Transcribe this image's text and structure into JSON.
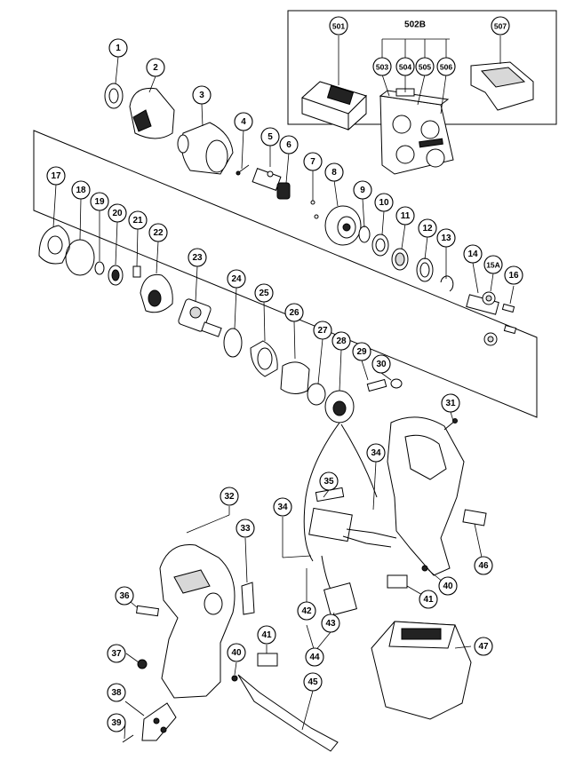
{
  "kit_group_label": "502B",
  "callouts": [
    {
      "id": "c501",
      "label": "501"
    },
    {
      "id": "c502b",
      "label": "502B"
    },
    {
      "id": "c503",
      "label": "503"
    },
    {
      "id": "c504",
      "label": "504"
    },
    {
      "id": "c505",
      "label": "505"
    },
    {
      "id": "c506",
      "label": "506"
    },
    {
      "id": "c507",
      "label": "507"
    },
    {
      "id": "c1",
      "label": "1"
    },
    {
      "id": "c2",
      "label": "2"
    },
    {
      "id": "c3",
      "label": "3"
    },
    {
      "id": "c4",
      "label": "4"
    },
    {
      "id": "c5",
      "label": "5"
    },
    {
      "id": "c6",
      "label": "6"
    },
    {
      "id": "c7",
      "label": "7"
    },
    {
      "id": "c8",
      "label": "8"
    },
    {
      "id": "c9",
      "label": "9"
    },
    {
      "id": "c10",
      "label": "10"
    },
    {
      "id": "c11",
      "label": "11"
    },
    {
      "id": "c12",
      "label": "12"
    },
    {
      "id": "c13",
      "label": "13"
    },
    {
      "id": "c14",
      "label": "14"
    },
    {
      "id": "c15a",
      "label": "15A"
    },
    {
      "id": "c16",
      "label": "16"
    },
    {
      "id": "c17",
      "label": "17"
    },
    {
      "id": "c18",
      "label": "18"
    },
    {
      "id": "c19",
      "label": "19"
    },
    {
      "id": "c20",
      "label": "20"
    },
    {
      "id": "c21",
      "label": "21"
    },
    {
      "id": "c22",
      "label": "22"
    },
    {
      "id": "c23",
      "label": "23"
    },
    {
      "id": "c24",
      "label": "24"
    },
    {
      "id": "c25",
      "label": "25"
    },
    {
      "id": "c26",
      "label": "26"
    },
    {
      "id": "c27",
      "label": "27"
    },
    {
      "id": "c28",
      "label": "28"
    },
    {
      "id": "c29",
      "label": "29"
    },
    {
      "id": "c30",
      "label": "30"
    },
    {
      "id": "c31",
      "label": "31"
    },
    {
      "id": "c32",
      "label": "32"
    },
    {
      "id": "c33",
      "label": "33"
    },
    {
      "id": "c34a",
      "label": "34"
    },
    {
      "id": "c34b",
      "label": "34"
    },
    {
      "id": "c35",
      "label": "35"
    },
    {
      "id": "c36",
      "label": "36"
    },
    {
      "id": "c37",
      "label": "37"
    },
    {
      "id": "c38",
      "label": "38"
    },
    {
      "id": "c39",
      "label": "39"
    },
    {
      "id": "c40a",
      "label": "40"
    },
    {
      "id": "c40b",
      "label": "40"
    },
    {
      "id": "c41a",
      "label": "41"
    },
    {
      "id": "c41b",
      "label": "41"
    },
    {
      "id": "c42",
      "label": "42"
    },
    {
      "id": "c43",
      "label": "43"
    },
    {
      "id": "c44",
      "label": "44"
    },
    {
      "id": "c45",
      "label": "45"
    },
    {
      "id": "c46",
      "label": "46"
    },
    {
      "id": "c47",
      "label": "47"
    }
  ]
}
